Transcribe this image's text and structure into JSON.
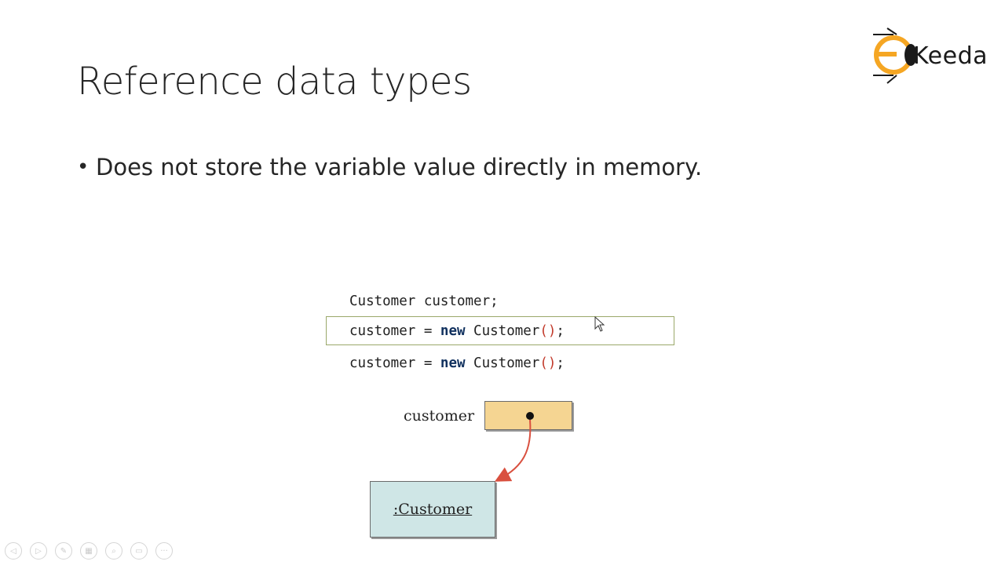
{
  "slide": {
    "title": "Reference data types",
    "bullets": [
      "Does not store the variable value directly in memory."
    ]
  },
  "logo": {
    "brand_text": "Keeda",
    "accent_color": "#f5a623"
  },
  "diagram": {
    "code_line_1": "Customer customer;",
    "code_line_2": {
      "lhs": "customer = ",
      "kw": "new",
      "rhs": " Customer",
      "parens": "()",
      "end": ";"
    },
    "code_line_3": {
      "lhs": "customer = ",
      "kw": "new",
      "rhs": " Customer",
      "parens": "()",
      "end": ";"
    },
    "variable_label": "customer",
    "object_label": ":Customer",
    "ref_box_color": "#f5d592",
    "object_box_color": "#cfe6e6",
    "arrow_color": "#d9503f"
  },
  "toolbar": {
    "buttons": [
      {
        "icon": "previous-icon",
        "glyph": "◁"
      },
      {
        "icon": "next-icon",
        "glyph": "▷"
      },
      {
        "icon": "pen-icon",
        "glyph": "✎"
      },
      {
        "icon": "slides-icon",
        "glyph": "▦"
      },
      {
        "icon": "zoom-icon",
        "glyph": "⌕"
      },
      {
        "icon": "subtitles-icon",
        "glyph": "▭"
      },
      {
        "icon": "more-icon",
        "glyph": "···"
      }
    ]
  }
}
